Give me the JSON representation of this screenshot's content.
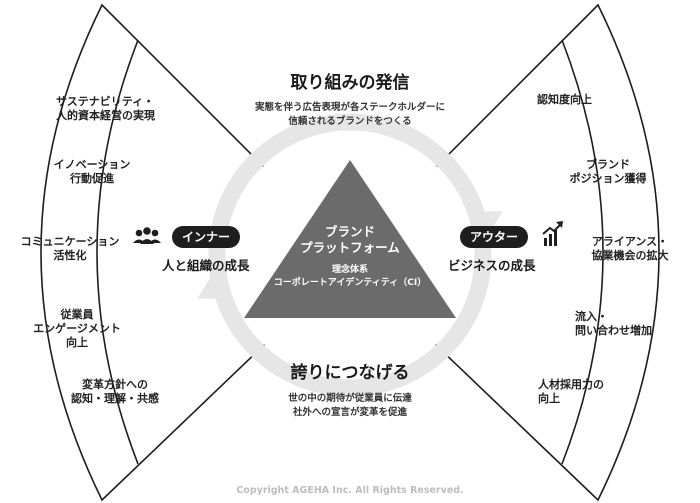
{
  "top": {
    "title": "取り組みの発信",
    "desc": [
      "実態を伴う広告表現が各ステークホルダーに",
      "信頼されるブランドをつくる"
    ]
  },
  "bottom": {
    "title": "誇りにつなげる",
    "desc": [
      "世の中の期待が従業員に伝達",
      "社外への宣言が変革を促進"
    ]
  },
  "center": {
    "lines": [
      "ブランド",
      "プラットフォーム"
    ],
    "sub": [
      "理念体系",
      "コーポレートアイデンティティ（CI）"
    ]
  },
  "inner": {
    "pill": "インナー",
    "label": "人と組織の成長",
    "icon": "people-icon"
  },
  "outer": {
    "pill": "アウター",
    "label": "ビジネスの成長",
    "icon": "growth-chart-icon"
  },
  "left_items": [
    [
      "サステナビリティ・",
      "人的資本経営の実現"
    ],
    [
      "イノベーション",
      "行動促進"
    ],
    [
      "コミュニケーション",
      "活性化"
    ],
    [
      "従業員",
      "エンゲージメント",
      "向上"
    ],
    [
      "変革方針への",
      "認知・理解・共感"
    ]
  ],
  "right_items": [
    [
      "認知度向上"
    ],
    [
      "ブランド",
      "ポジション獲得"
    ],
    [
      "アライアンス・",
      "協業機会の拡大"
    ],
    [
      "流入・",
      "問い合わせ増加"
    ],
    [
      "人材採用力の",
      "向上"
    ]
  ],
  "copyright": "Copyright AGEHA Inc. All Rights Reserved.",
  "colors": {
    "dark": "#1e1e1e",
    "triangle": "#6b6b6b",
    "cycle": "#e6e6e6"
  }
}
